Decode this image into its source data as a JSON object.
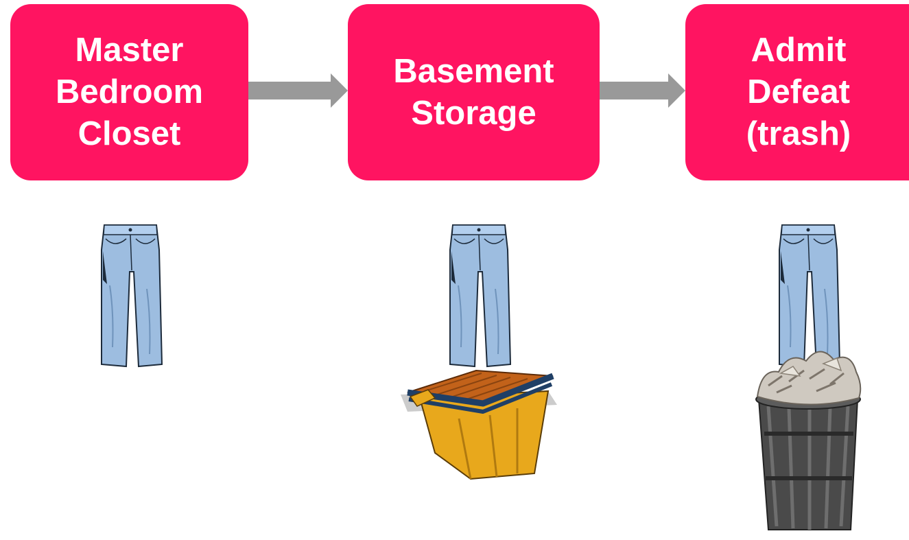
{
  "diagram": {
    "steps": [
      {
        "label": "Master\nBedroom\nCloset",
        "item": "jeans-icon"
      },
      {
        "label": "Basement\nStorage",
        "item": "storage-bin-icon"
      },
      {
        "label": "Admit\nDefeat\n(trash)",
        "item": "trash-can-icon"
      }
    ],
    "colors": {
      "box": "#ff1461",
      "box_text": "#ffffff",
      "arrow": "#999999",
      "denim": "#9dbde0",
      "bin": "#e8a81c",
      "bin_rim": "#1f3f66",
      "trash_can": "#4a4a4a"
    }
  }
}
